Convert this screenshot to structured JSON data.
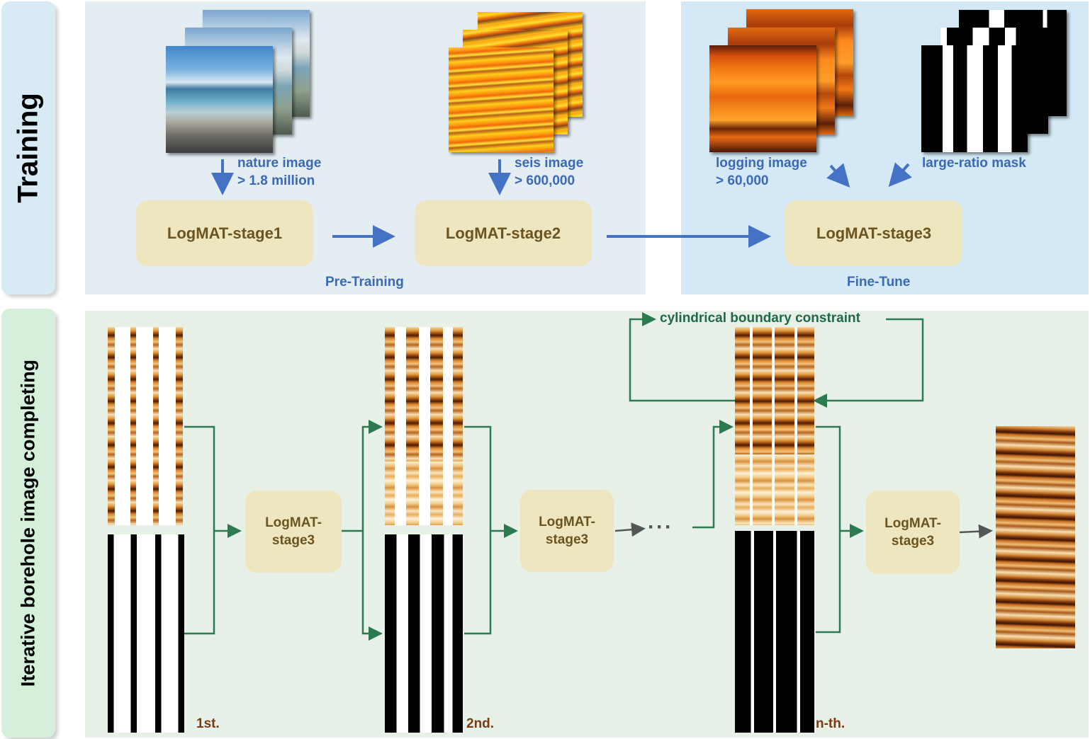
{
  "training": {
    "side_label": "Training",
    "pretrain_caption": "Pre-Training",
    "finetune_caption": "Fine-Tune",
    "nature_image": {
      "line1": "nature image",
      "line2": "> 1.8 million"
    },
    "seis_image": {
      "line1": "seis image",
      "line2": "> 600,000"
    },
    "logging_image": {
      "line1": "logging image",
      "line2": "> 60,000"
    },
    "mask_label": "large-ratio mask",
    "stage1": "LogMAT-stage1",
    "stage2": "LogMAT-stage2",
    "stage3": "LogMAT-stage3"
  },
  "iterative": {
    "side_label": "Iterative borehole image completing",
    "constraint_label": "cylindrical boundary constraint",
    "node_line1": "LogMAT-",
    "node_line2": "stage3",
    "ellipsis": "···",
    "iter_labels": [
      "1st.",
      "2nd.",
      "n-th."
    ]
  },
  "colors": {
    "training_panel": "#e4eef2",
    "finetune_panel": "#d4e9f5",
    "iterative_panel": "#e7f1e8",
    "node_fill": "#eee6bf",
    "node_text": "#6b5420",
    "blue_arrow": "#4472c4",
    "green_arrow": "#2e7a50",
    "gray_arrow": "#555555"
  }
}
